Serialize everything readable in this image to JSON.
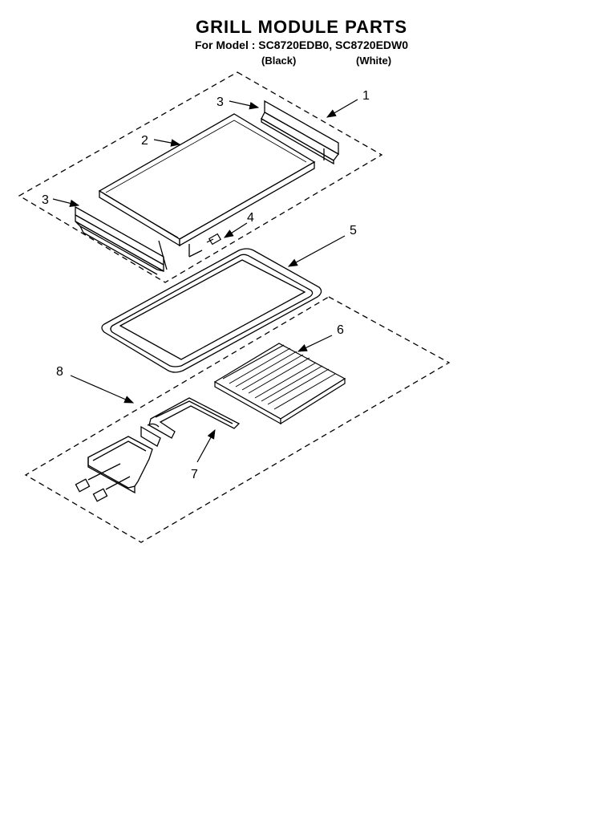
{
  "title": "GRILL MODULE PARTS",
  "subtitle": "For Model : SC8720EDB0, SC8720EDW0",
  "colors": {
    "black_label": "(Black)",
    "white_label": "(White)"
  },
  "callouts": {
    "c1": "1",
    "c2": "2",
    "c3a": "3",
    "c3b": "3",
    "c4": "4",
    "c5": "5",
    "c6": "6",
    "c7": "7",
    "c8": "8"
  },
  "line_color": "#000000"
}
